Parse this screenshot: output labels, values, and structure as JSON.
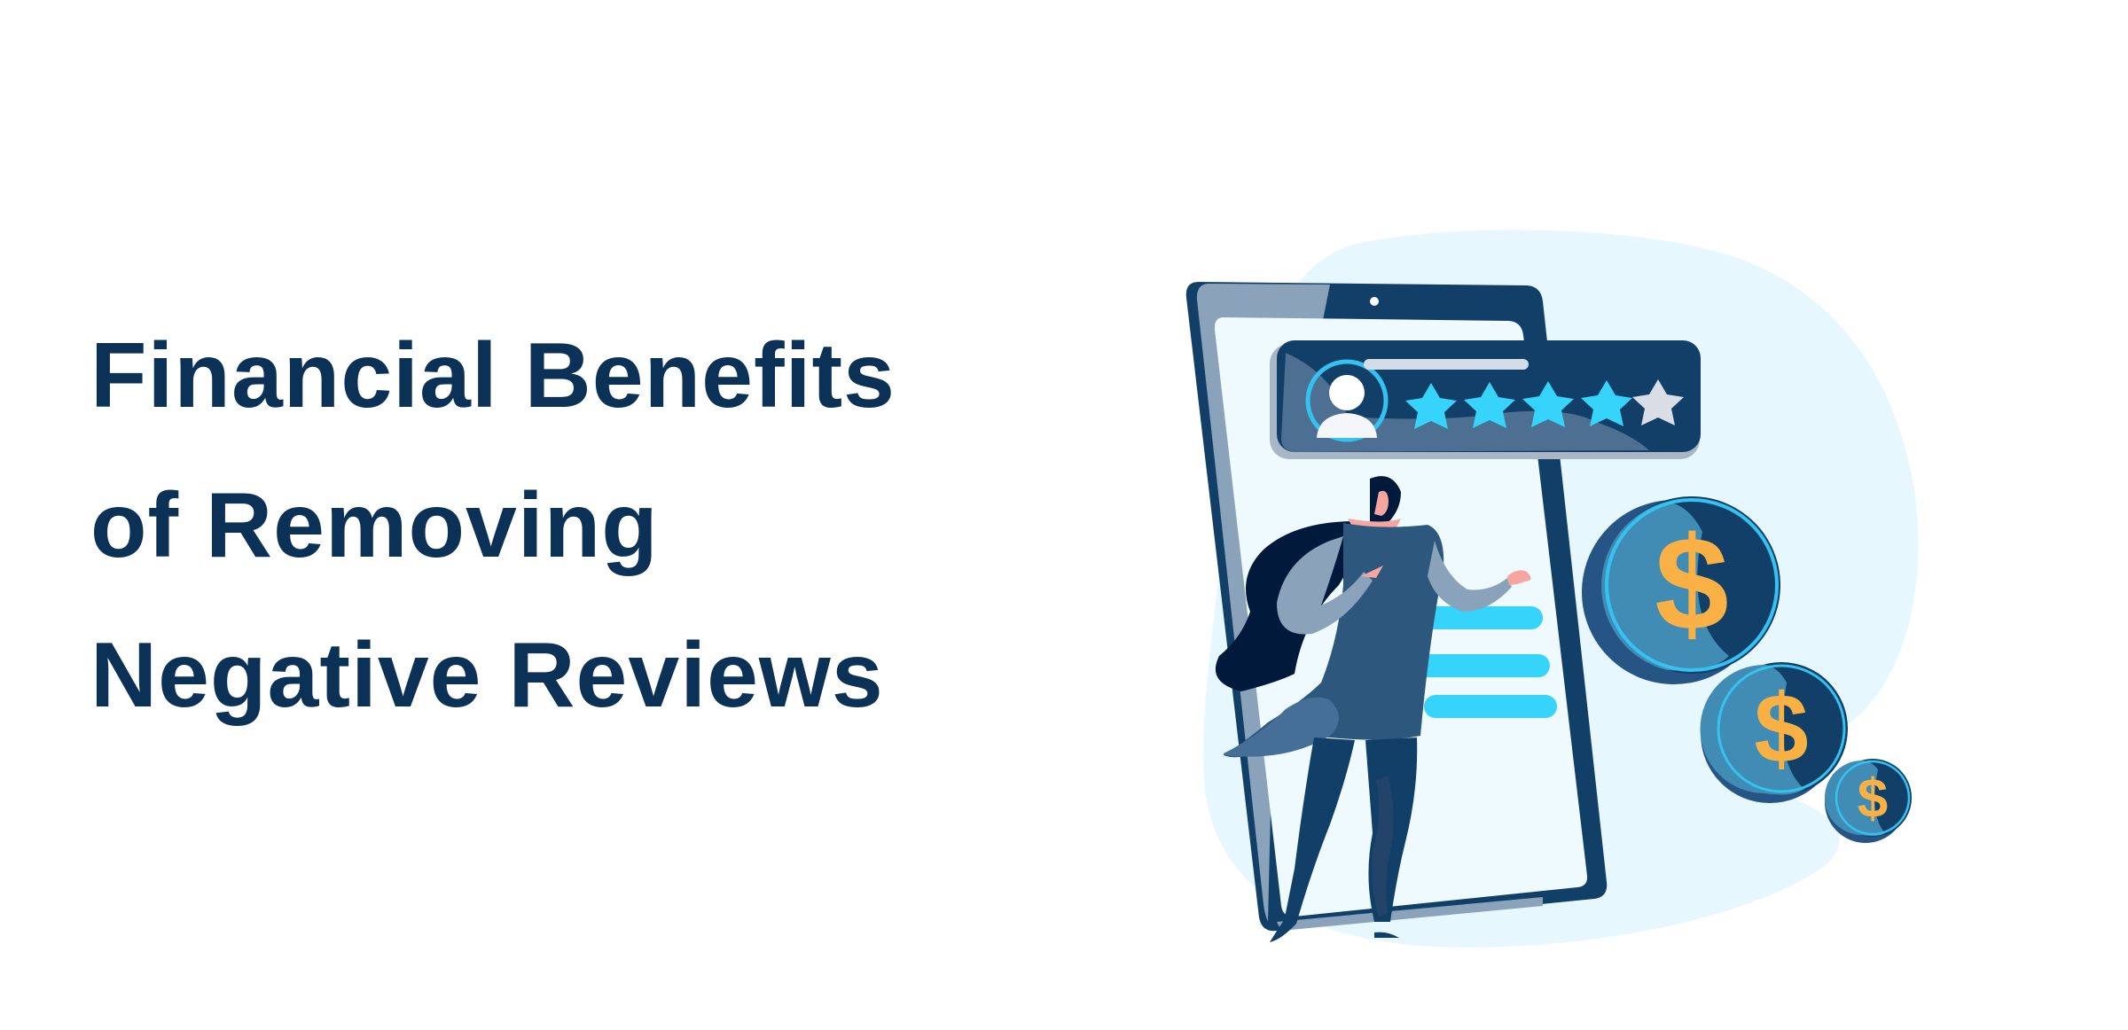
{
  "title": {
    "lines": [
      "Financial Benefits",
      "of Removing",
      "Negative Reviews"
    ],
    "color": "#0b3157"
  },
  "illustration": {
    "description": "Woman presenting a tilted smartphone showing a 4-of-5 star review card, with three dollar coins",
    "review_card": {
      "rating": 4,
      "max_rating": 5,
      "star_filled_color": "#36d3fb",
      "star_empty_color": "#d9dee6"
    },
    "coins": [
      {
        "symbol": "$",
        "size": "large"
      },
      {
        "symbol": "$",
        "size": "medium"
      },
      {
        "symbol": "$",
        "size": "small"
      }
    ],
    "colors": {
      "blob": "#e6f7fd",
      "phone_frame": "#123f68",
      "phone_screen": "#eefafe",
      "accent_cyan": "#36d3fb",
      "coin_gold": "#f9b146",
      "coin_face_light": "#418cb4"
    }
  }
}
